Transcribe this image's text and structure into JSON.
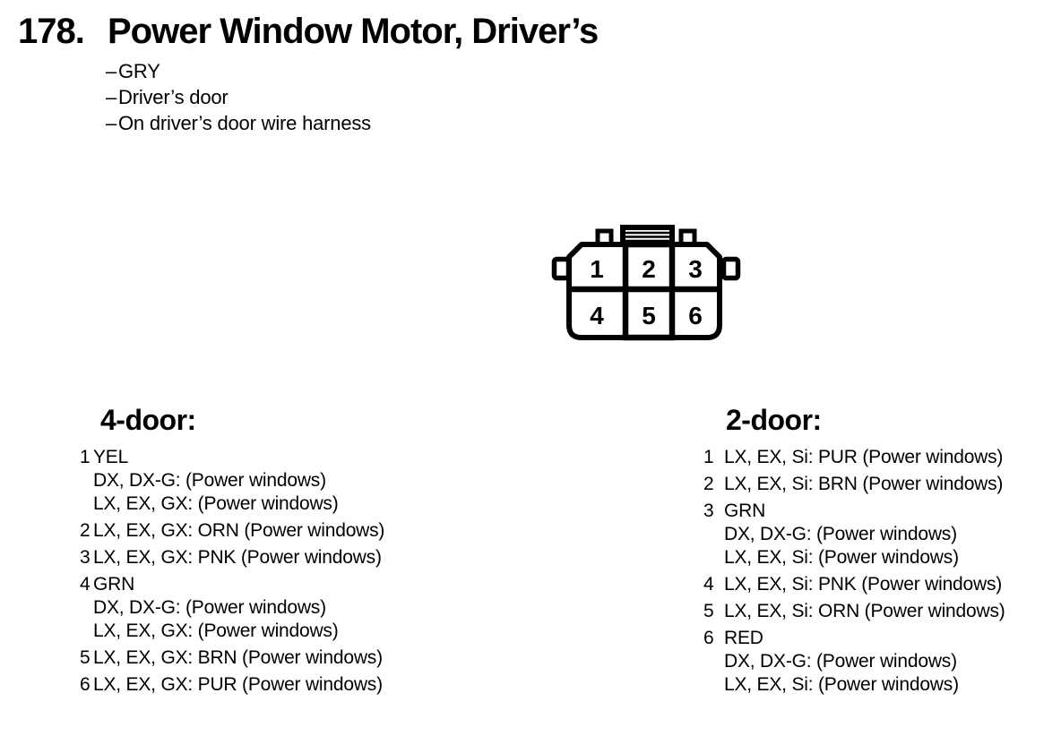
{
  "colors": {
    "ink": "#000000",
    "paper": "#ffffff"
  },
  "header": {
    "number": "178.",
    "title": "Power Window Motor, Driver’s"
  },
  "notes": {
    "dash": "–",
    "items": [
      "GRY",
      "Driver’s door",
      "On driver’s door wire harness"
    ]
  },
  "connector": {
    "pins": [
      "1",
      "2",
      "3",
      "4",
      "5",
      "6"
    ]
  },
  "four_door": {
    "header": "4-door:",
    "items": [
      {
        "num": "1",
        "lines": [
          "YEL",
          "DX, DX-G: (Power windows)",
          "LX, EX, GX: (Power windows)"
        ]
      },
      {
        "num": "2",
        "lines": [
          "LX, EX, GX: ORN (Power windows)"
        ]
      },
      {
        "num": "3",
        "lines": [
          "LX, EX, GX: PNK (Power windows)"
        ]
      },
      {
        "num": "4",
        "lines": [
          "GRN",
          "DX, DX-G: (Power windows)",
          "LX, EX, GX: (Power windows)"
        ]
      },
      {
        "num": "5",
        "lines": [
          "LX, EX, GX: BRN (Power windows)"
        ]
      },
      {
        "num": "6",
        "lines": [
          "LX, EX, GX: PUR (Power windows)"
        ]
      }
    ]
  },
  "two_door": {
    "header": "2-door:",
    "items": [
      {
        "num": "1",
        "lines": [
          "LX, EX, Si: PUR (Power windows)"
        ]
      },
      {
        "num": "2",
        "lines": [
          "LX, EX, Si: BRN (Power windows)"
        ]
      },
      {
        "num": "3",
        "lines": [
          "GRN",
          "DX, DX-G: (Power windows)",
          "LX, EX, Si: (Power windows)"
        ]
      },
      {
        "num": "4",
        "lines": [
          "LX, EX, Si: PNK (Power windows)"
        ]
      },
      {
        "num": "5",
        "lines": [
          "LX, EX, Si: ORN (Power windows)"
        ]
      },
      {
        "num": "6",
        "lines": [
          "RED",
          "DX, DX-G: (Power windows)",
          "LX, EX, Si: (Power windows)"
        ]
      }
    ]
  }
}
